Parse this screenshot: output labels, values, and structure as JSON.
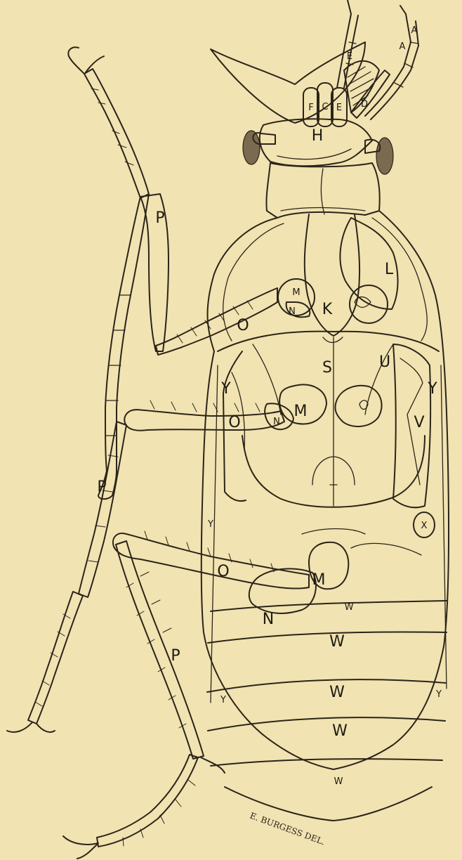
{
  "labels": {
    "A": "A",
    "D": "D",
    "E": "E",
    "F": "F",
    "C": "C",
    "H": "H",
    "K": "K",
    "L": "L",
    "M": "M",
    "N": "N",
    "O": "O",
    "P": "P",
    "S": "S",
    "U": "U",
    "V": "V",
    "W": "W",
    "X": "X",
    "Y": "Y"
  },
  "signature": "E. BURGESS DEL."
}
